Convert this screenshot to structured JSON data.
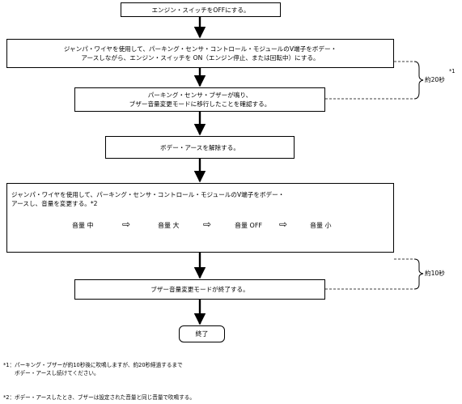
{
  "steps": {
    "s1": "エンジン・スイッチをOFFにする。",
    "s2a": "ジャンパ・ワイヤを使用して、パーキング・センサ・コントロール・モジュールのV端子をボデー・",
    "s2b": "アースしながら、エンジン・スイッチを ON（エンジン停止、または回転中）にする。",
    "s3a": "パーキング・センサ・ブザーが鳴り、",
    "s3b": "ブザー音量変更モードに移行したことを確認する。",
    "s4": "ボデー・アースを解除する。",
    "s5a": "ジャンパ・ワイヤを使用して、パーキング・センサ・コントロール・モジュールのV端子をボデー・",
    "s5b": "アースし、音量を変更する。*2",
    "s6": "ブザー音量変更モードが終了する。",
    "end": "終了"
  },
  "volume_cycle": [
    "音量 中",
    "音量 大",
    "音量 OFF",
    "音量 小"
  ],
  "cycle_arrow_glyph": "⇨",
  "braces": {
    "b1": "約20秒",
    "b1_mark": "*1",
    "b2": "約10秒"
  },
  "notes": {
    "n1_mark": "*1：",
    "n1a": "パーキング・ブザーが約10秒後に吹鳴しますが、約20秒経過するまで",
    "n1b": "ボデー・アースし続けてください。",
    "n2_mark": "*2：",
    "n2": "ボデー・アースしたとき、ブザーは設定された音量と同じ音量で吹鳴する。"
  }
}
